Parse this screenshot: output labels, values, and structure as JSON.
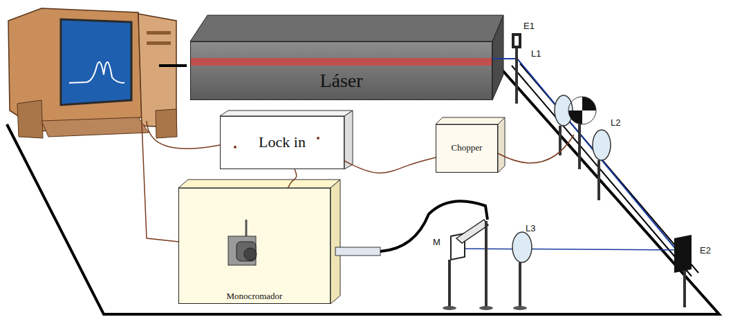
{
  "diagram": {
    "nodes": [
      {
        "text": [
          "Láser"
        ]
      },
      {
        "text": [
          "Lock in"
        ]
      },
      {
        "text": [
          "Chopper"
        ]
      },
      {
        "text": [
          "Monocromador"
        ]
      }
    ],
    "edges": [
      {
        "from": 1,
        "to": 2,
        "arrow": "none"
      },
      {
        "from": 3,
        "to": 1,
        "arrow": "none"
      }
    ],
    "labels": [
      "E1",
      "L1",
      "L2",
      "M",
      "L3",
      "E2"
    ]
  }
}
